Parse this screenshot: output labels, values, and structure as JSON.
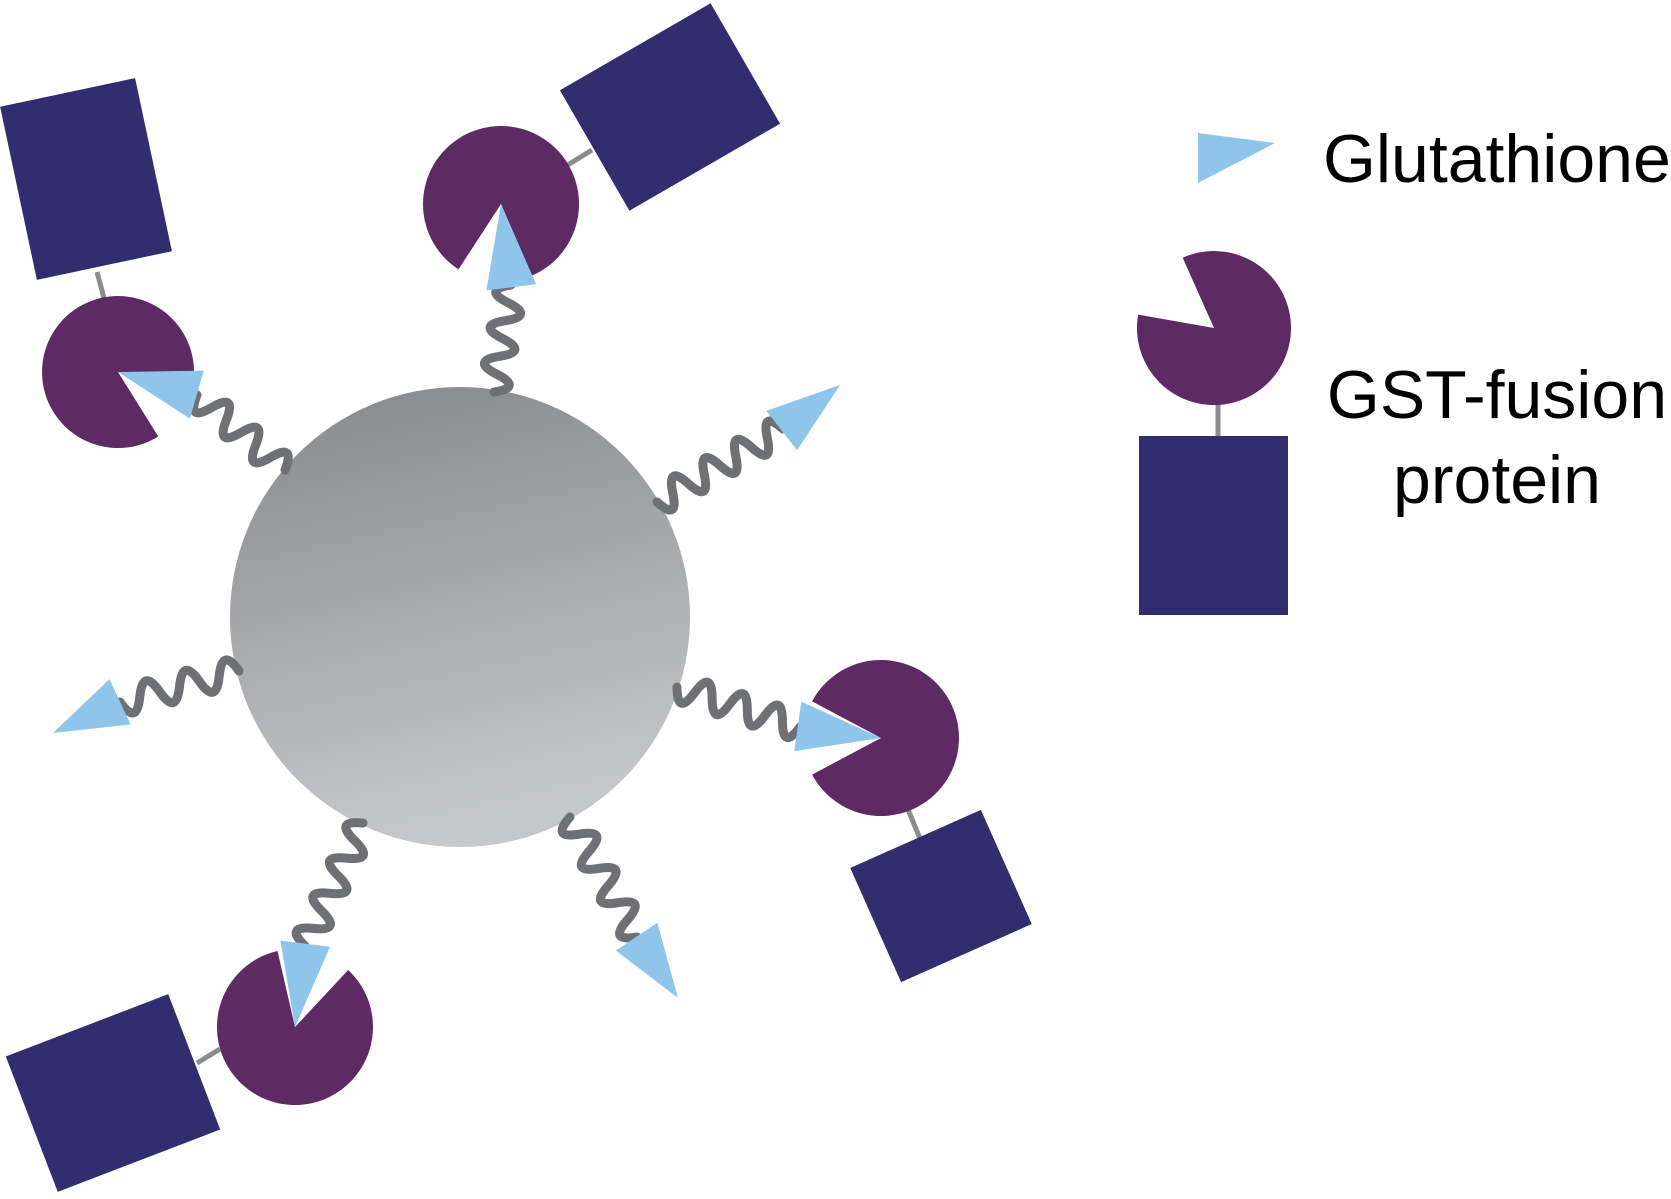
{
  "legend": {
    "glutathione_label": "Glutathione",
    "gst_fusion_label_line1": "GST-fusion",
    "gst_fusion_label_line2": "protein"
  },
  "colors": {
    "glutathione_blue": "#8FC5EA",
    "gst_purple": "#5D2A63",
    "fusion_protein_navy": "#312D6E",
    "linker_gray": "#6E7073",
    "connector_gray": "#8A8C8D",
    "bead_gradient_top": "#85878A",
    "bead_gradient_bottom": "#C6C7C9",
    "label_text": "#000000",
    "background": "#FFFFFF"
  },
  "diagram": {
    "bead_count": 1,
    "linker_count": 7,
    "free_glutathione_count": 3,
    "bound_gst_fusion_count": 4
  },
  "icons": {
    "glutathione": "glutathione-triangle-icon",
    "gst": "gst-pacman-icon",
    "fusion_protein": "fusion-protein-square-icon",
    "bead": "bead-sphere-icon",
    "linker": "linker-squiggle-icon"
  }
}
